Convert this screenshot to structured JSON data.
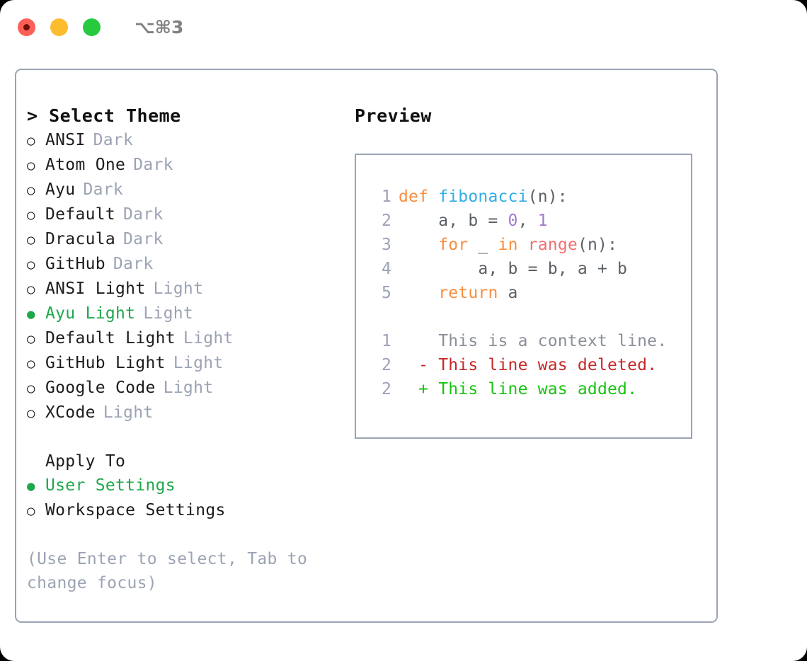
{
  "titlebar": {
    "shortcut": "⌥⌘3",
    "dots": [
      {
        "name": "close",
        "color": "#FB5F56"
      },
      {
        "name": "minimize",
        "color": "#FDBC2D"
      },
      {
        "name": "maximize",
        "color": "#27C93F"
      }
    ]
  },
  "theme_picker": {
    "heading": "> Select Theme",
    "marker_selected": "●",
    "marker_unselected": "○",
    "items": [
      {
        "label": "ANSI",
        "suffix": "Dark",
        "selected": false
      },
      {
        "label": "Atom One",
        "suffix": "Dark",
        "selected": false
      },
      {
        "label": "Ayu",
        "suffix": "Dark",
        "selected": false
      },
      {
        "label": "Default",
        "suffix": "Dark",
        "selected": false
      },
      {
        "label": "Dracula",
        "suffix": "Dark",
        "selected": false
      },
      {
        "label": "GitHub",
        "suffix": "Dark",
        "selected": false
      },
      {
        "label": "ANSI Light",
        "suffix": "Light",
        "selected": false
      },
      {
        "label": "Ayu Light",
        "suffix": "Light",
        "selected": true
      },
      {
        "label": "Default Light",
        "suffix": "Light",
        "selected": false
      },
      {
        "label": "GitHub Light",
        "suffix": "Light",
        "selected": false
      },
      {
        "label": "Google Code",
        "suffix": "Light",
        "selected": false
      },
      {
        "label": "XCode",
        "suffix": "Light",
        "selected": false
      }
    ]
  },
  "apply_to": {
    "heading": "Apply To",
    "items": [
      {
        "label": "User Settings",
        "selected": true
      },
      {
        "label": "Workspace Settings",
        "selected": false
      }
    ]
  },
  "hint": "(Use Enter to select, Tab to change focus)",
  "preview": {
    "heading": "Preview",
    "code_lines": [
      {
        "no": "1",
        "tokens": [
          {
            "t": "def ",
            "c": "kw"
          },
          {
            "t": "fibonacci",
            "c": "fn"
          },
          {
            "t": "(n):",
            "c": "pun"
          }
        ]
      },
      {
        "no": "2",
        "tokens": [
          {
            "t": "    a, b = ",
            "c": "var"
          },
          {
            "t": "0",
            "c": "num"
          },
          {
            "t": ", ",
            "c": "pun"
          },
          {
            "t": "1",
            "c": "num"
          }
        ]
      },
      {
        "no": "3",
        "tokens": [
          {
            "t": "    ",
            "c": "var"
          },
          {
            "t": "for",
            "c": "kw"
          },
          {
            "t": " _ ",
            "c": "var"
          },
          {
            "t": "in",
            "c": "kw"
          },
          {
            "t": " ",
            "c": "var"
          },
          {
            "t": "range",
            "c": "bi"
          },
          {
            "t": "(n):",
            "c": "pun"
          }
        ]
      },
      {
        "no": "4",
        "tokens": [
          {
            "t": "        a, b = b, a + b",
            "c": "var"
          }
        ]
      },
      {
        "no": "5",
        "tokens": [
          {
            "t": "    ",
            "c": "var"
          },
          {
            "t": "return",
            "c": "kw"
          },
          {
            "t": " a",
            "c": "var"
          }
        ]
      }
    ],
    "diff_lines": [
      {
        "no": "1",
        "sign": " ",
        "text": "This is a context line.",
        "kind": "ctx"
      },
      {
        "no": "2",
        "sign": "-",
        "text": "This line was deleted.",
        "kind": "del"
      },
      {
        "no": "2",
        "sign": "+",
        "text": "This line was added.",
        "kind": "add"
      }
    ]
  },
  "colors": {
    "accent_green": "#1EA84B",
    "muted": "#9BA3B4",
    "border": "#9BA3B4",
    "keyword": "#FA8D3E",
    "function": "#32ADE6",
    "number": "#A37ACC",
    "builtin": "#F07171",
    "diff_add": "#16C40F",
    "diff_del": "#C62828"
  }
}
